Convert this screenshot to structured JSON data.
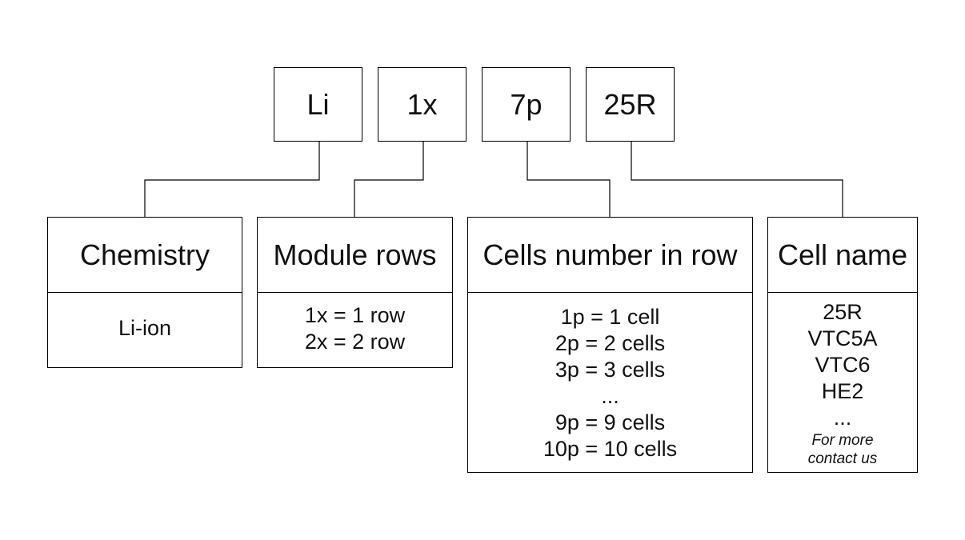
{
  "codes": [
    {
      "label": "Li"
    },
    {
      "label": "1x"
    },
    {
      "label": "7p"
    },
    {
      "label": "25R"
    }
  ],
  "categories": [
    {
      "title": "Chemistry",
      "entries": [
        "Li-ion"
      ]
    },
    {
      "title": "Module rows",
      "entries": [
        "1x = 1 row",
        "2x = 2 row"
      ]
    },
    {
      "title": "Cells number in row",
      "entries": [
        "1p = 1 cell",
        "2p = 2 cells",
        "3p = 3 cells",
        "...",
        "9p = 9 cells",
        "10p = 10 cells"
      ]
    },
    {
      "title": "Cell name",
      "entries": [
        "25R",
        "VTC5A",
        "VTC6",
        "HE2",
        "..."
      ],
      "note_lines": [
        "For more",
        "contact us"
      ]
    }
  ],
  "colors": {
    "line": "#000000",
    "background": "#ffffff",
    "text": "#111111"
  }
}
